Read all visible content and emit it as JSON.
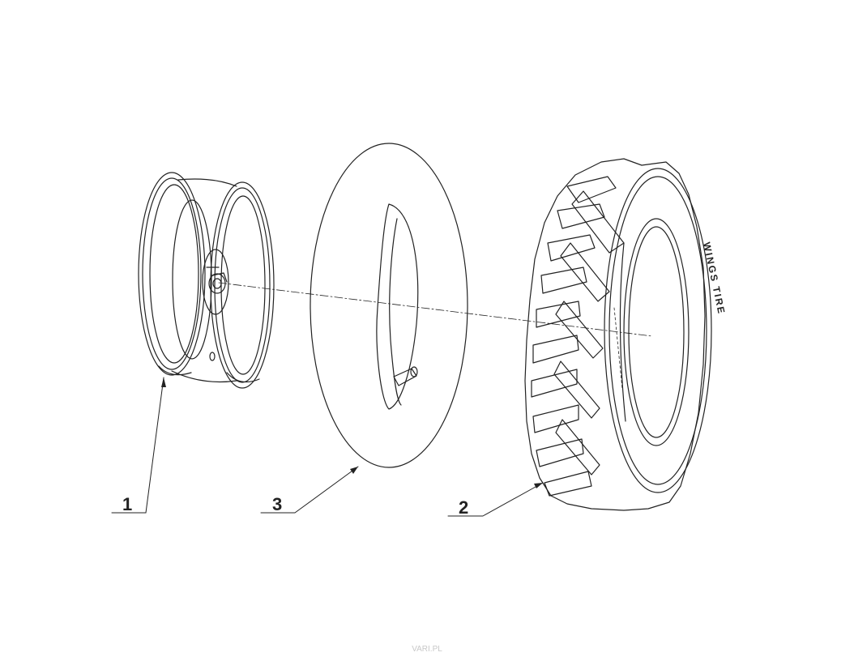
{
  "callouts": {
    "rim": "1",
    "tire": "2",
    "inner_tube": "3"
  },
  "tire_sidewall_text": "WINGS TIRE",
  "watermark": "VARI.PL",
  "colors": {
    "line": "#222222",
    "background": "#ffffff",
    "watermark": "#c8c8c8"
  }
}
